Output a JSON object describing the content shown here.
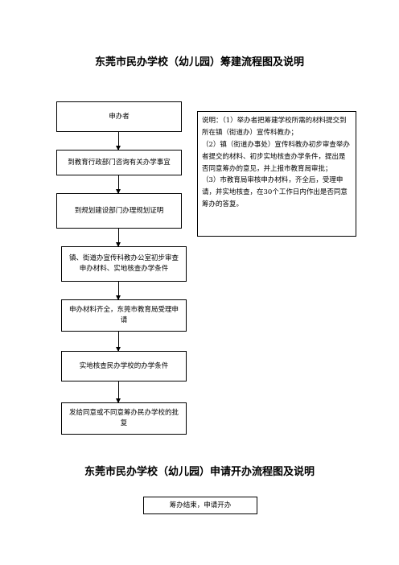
{
  "section1": {
    "title": "东莞市民办学校（幼儿园）筹建流程图及说明",
    "steps": [
      "申办者",
      "到教育行政部门咨询有关办学事宜",
      "到规划建设部门办理规划证明",
      "镇、街道办宣传科教办公室初步审查申办材料、实地核查办学条件",
      "申办材料齐全，东莞市教育局受理申请",
      "实地核查民办学校的办学条件",
      "发给同意或不同意筹办民办学校的批复"
    ],
    "notes": [
      "说明：（1）举办者把筹建学校所需的材料提交到所在镇（街道办）宣传科教办；",
      "（2）镇（街道办事处）宣传科教办初步审查举办者提交的材料、初步实地核查办学条件，提出是否同意筹办的意见，并上报市教育局审批；",
      "（3）市教育局审核申办材料，齐全后，受理申请，并实地核查，在30个工作日内作出是否同意筹办的答复。"
    ]
  },
  "section2": {
    "title": "东莞市民办学校（幼儿园）申请开办流程图及说明",
    "steps": [
      "筹办结束，申请开办"
    ]
  }
}
